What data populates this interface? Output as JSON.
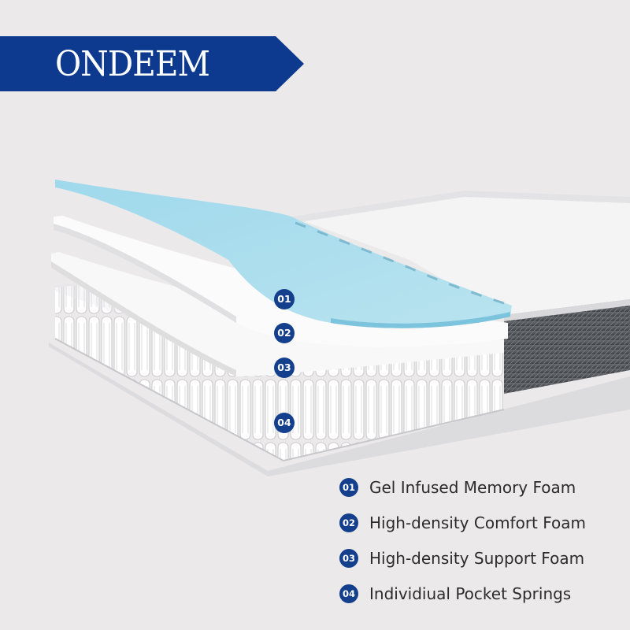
{
  "brand": {
    "name": "ONDEEM",
    "color": "#0d3a8f"
  },
  "layer_markers": [
    "01",
    "02",
    "03",
    "04"
  ],
  "legend": [
    {
      "number": "01",
      "label": "Gel Infused Memory Foam"
    },
    {
      "number": "02",
      "label": "High-density Comfort Foam"
    },
    {
      "number": "03",
      "label": "High-density Support Foam"
    },
    {
      "number": "04",
      "label": "Individiual Pocket Springs"
    }
  ],
  "colors": {
    "background": "#ebe9ea",
    "accent": "#143f8c",
    "gel_foam": "#a6dcec",
    "cover": "#f3f3f3",
    "border_fabric": "#505256"
  }
}
